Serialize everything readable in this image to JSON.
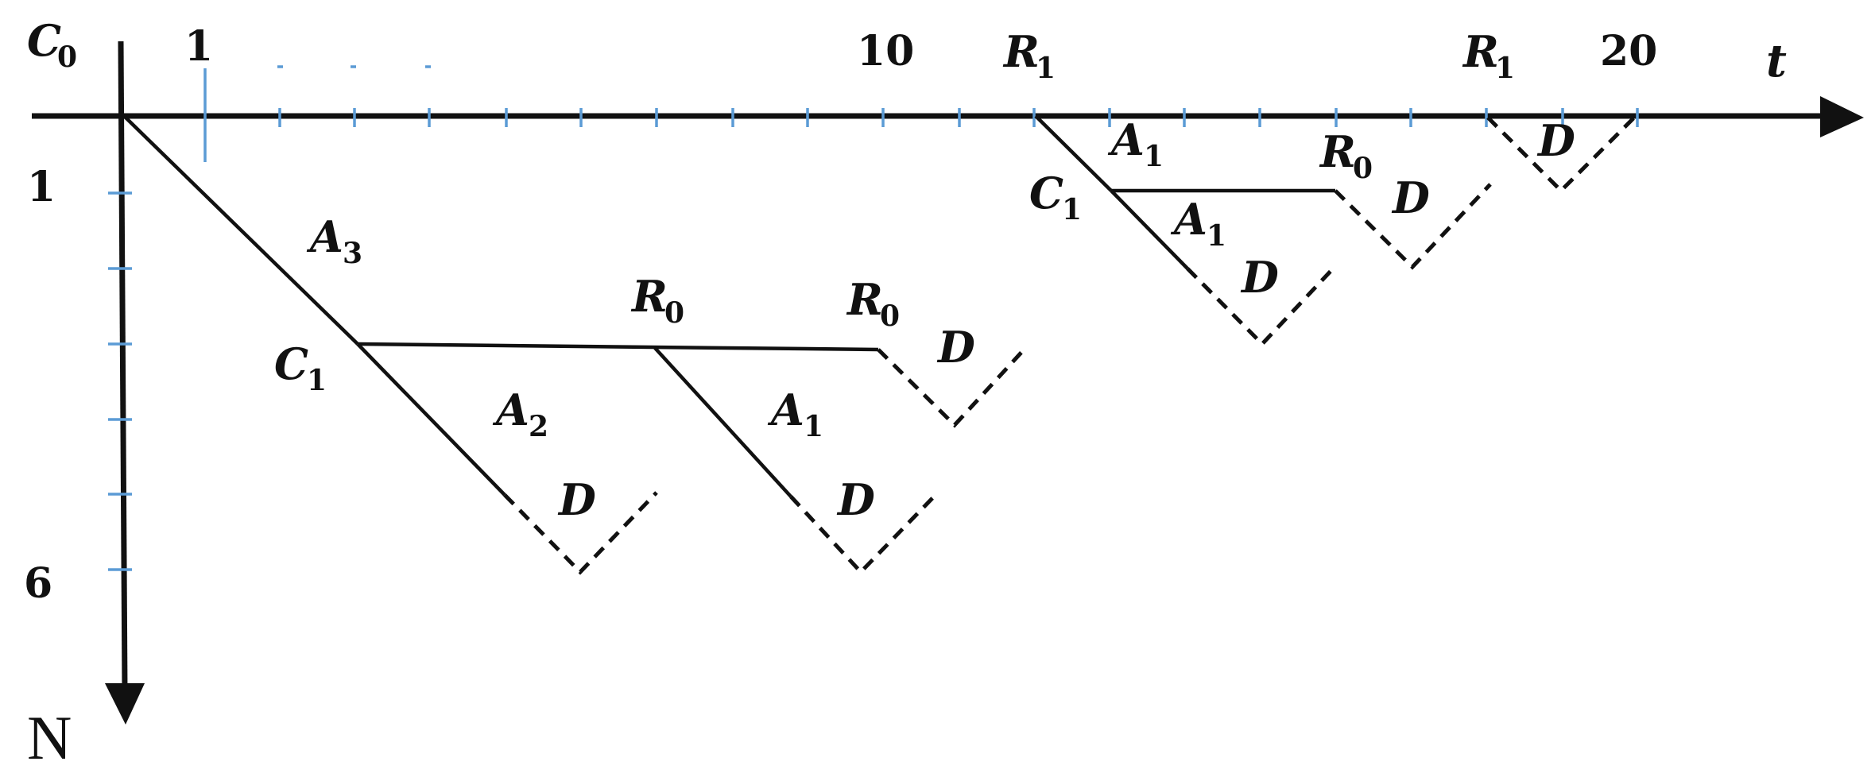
{
  "axes": {
    "origin_label": "C",
    "origin_sub": "0",
    "x_label": "t",
    "y_label": "N",
    "x_ticks": [
      {
        "label": "1"
      },
      {
        "label": "10"
      },
      {
        "label": "20"
      }
    ],
    "y_ticks": [
      {
        "label": "1"
      },
      {
        "label": "6"
      }
    ]
  },
  "events": [
    {
      "main": "R",
      "sub": "1"
    },
    {
      "main": "R",
      "sub": "1"
    }
  ],
  "labels": [
    {
      "main": "A",
      "sub": "3"
    },
    {
      "main": "C",
      "sub": "1"
    },
    {
      "main": "R",
      "sub": "0"
    },
    {
      "main": "R",
      "sub": "0"
    },
    {
      "main": "A",
      "sub": "2"
    },
    {
      "main": "A",
      "sub": "1"
    },
    {
      "main": "D",
      "sub": ""
    },
    {
      "main": "D",
      "sub": ""
    },
    {
      "main": "D",
      "sub": ""
    },
    {
      "main": "A",
      "sub": "1"
    },
    {
      "main": "C",
      "sub": "1"
    },
    {
      "main": "A",
      "sub": "1"
    },
    {
      "main": "R",
      "sub": "0"
    },
    {
      "main": "D",
      "sub": ""
    },
    {
      "main": "D",
      "sub": ""
    },
    {
      "main": "D",
      "sub": ""
    }
  ]
}
